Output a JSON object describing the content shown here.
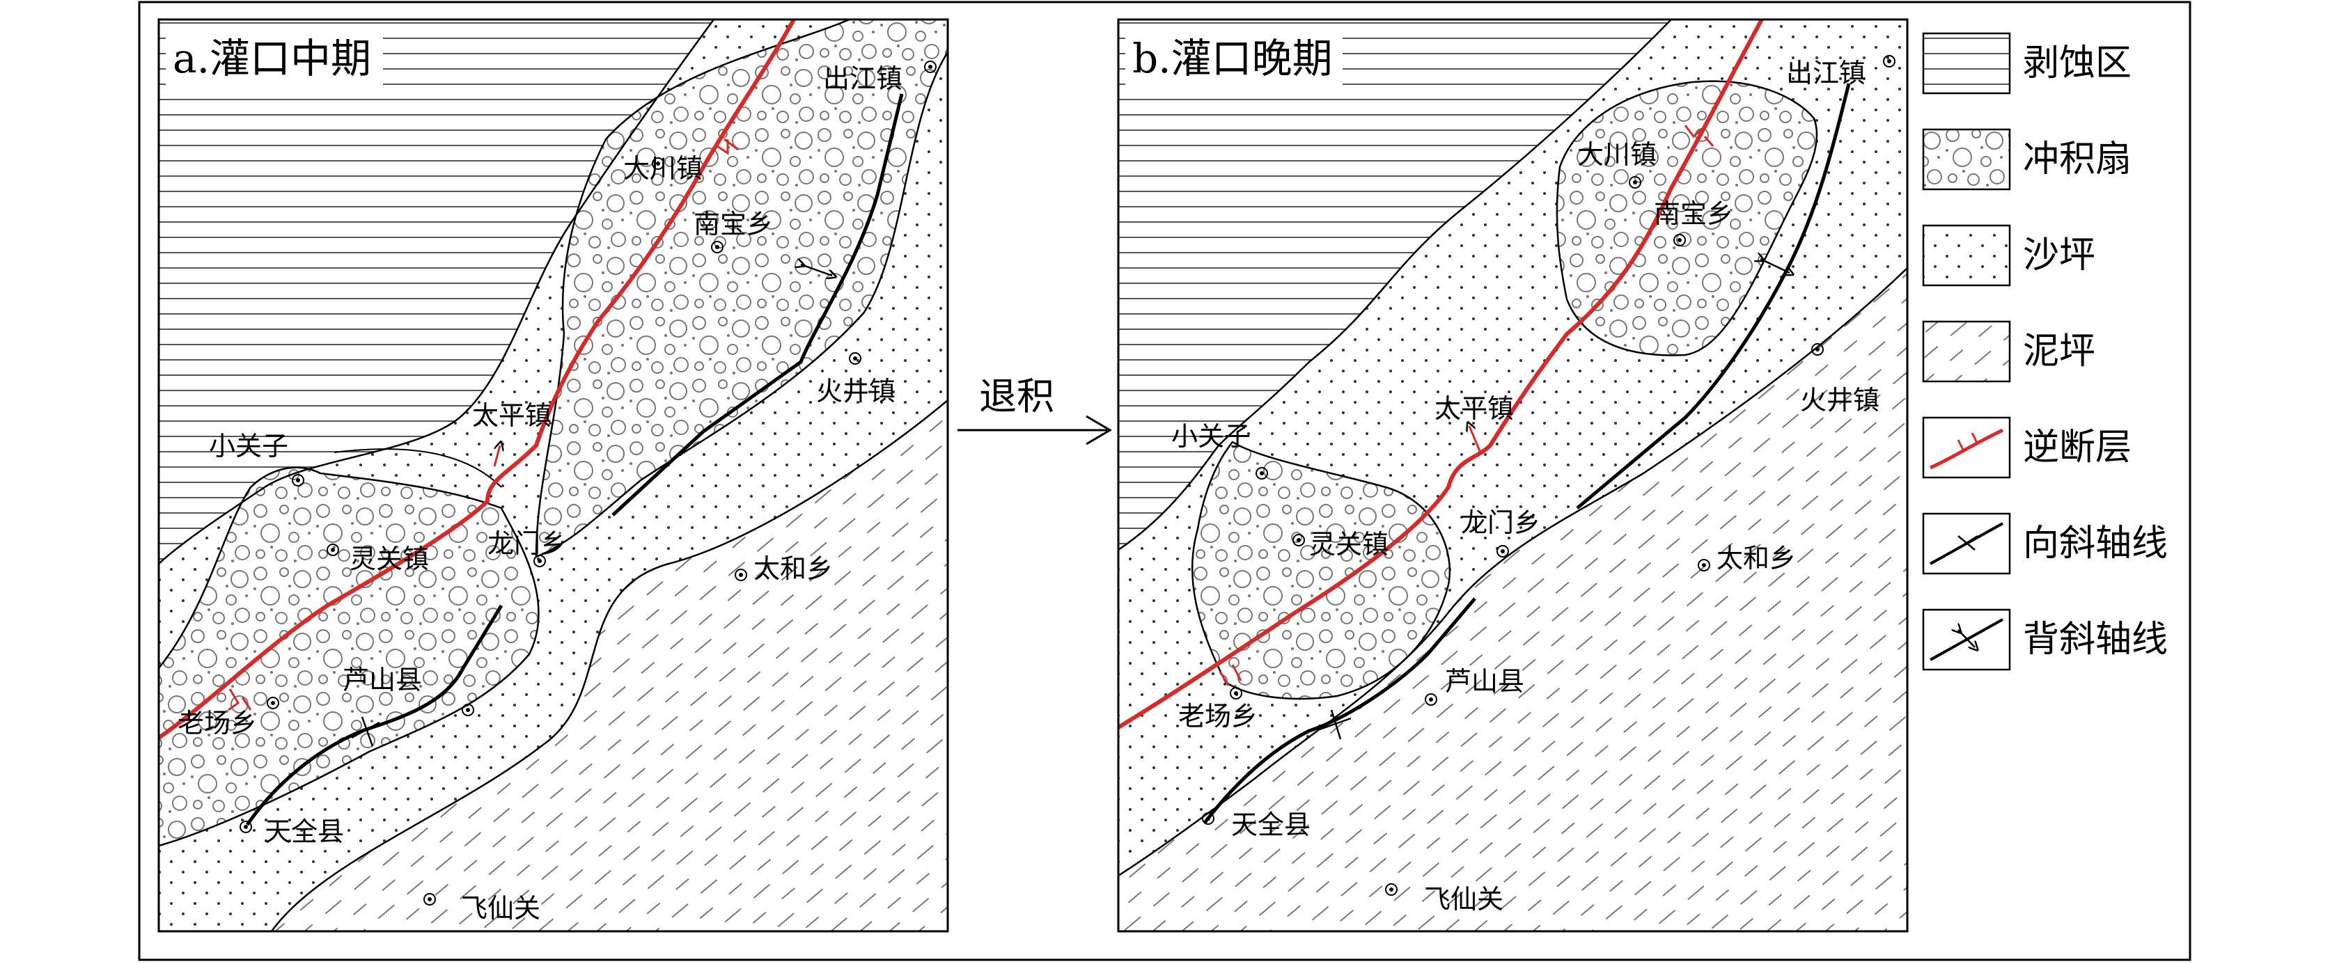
{
  "panels": {
    "a": {
      "title": "a.灌口中期"
    },
    "b": {
      "title": "b.灌口晚期"
    }
  },
  "arrow_label": "退积",
  "towns": {
    "chujiang": "出江镇",
    "dachuan": "大川镇",
    "nanbao": "南宝乡",
    "huojing": "火井镇",
    "taiping": "太平镇",
    "xiaoguanzi": "小关子",
    "lingguan": "灵关镇",
    "longmen": "龙门乡",
    "taihe": "太和乡",
    "lushan": "芦山县",
    "laochang": "老场乡",
    "tianquan": "天全县",
    "feixian": "飞仙关"
  },
  "legend": [
    {
      "key": "erosion",
      "label": "剥蚀区"
    },
    {
      "key": "fan",
      "label": "冲积扇"
    },
    {
      "key": "sand",
      "label": "沙坪"
    },
    {
      "key": "mud",
      "label": "泥坪"
    },
    {
      "key": "fault",
      "label": "逆断层"
    },
    {
      "key": "syncline",
      "label": "向斜轴线"
    },
    {
      "key": "anticline",
      "label": "背斜轴线"
    }
  ],
  "colors": {
    "fault": "#d62b2b",
    "line": "#000000",
    "pattern": "#555555"
  }
}
